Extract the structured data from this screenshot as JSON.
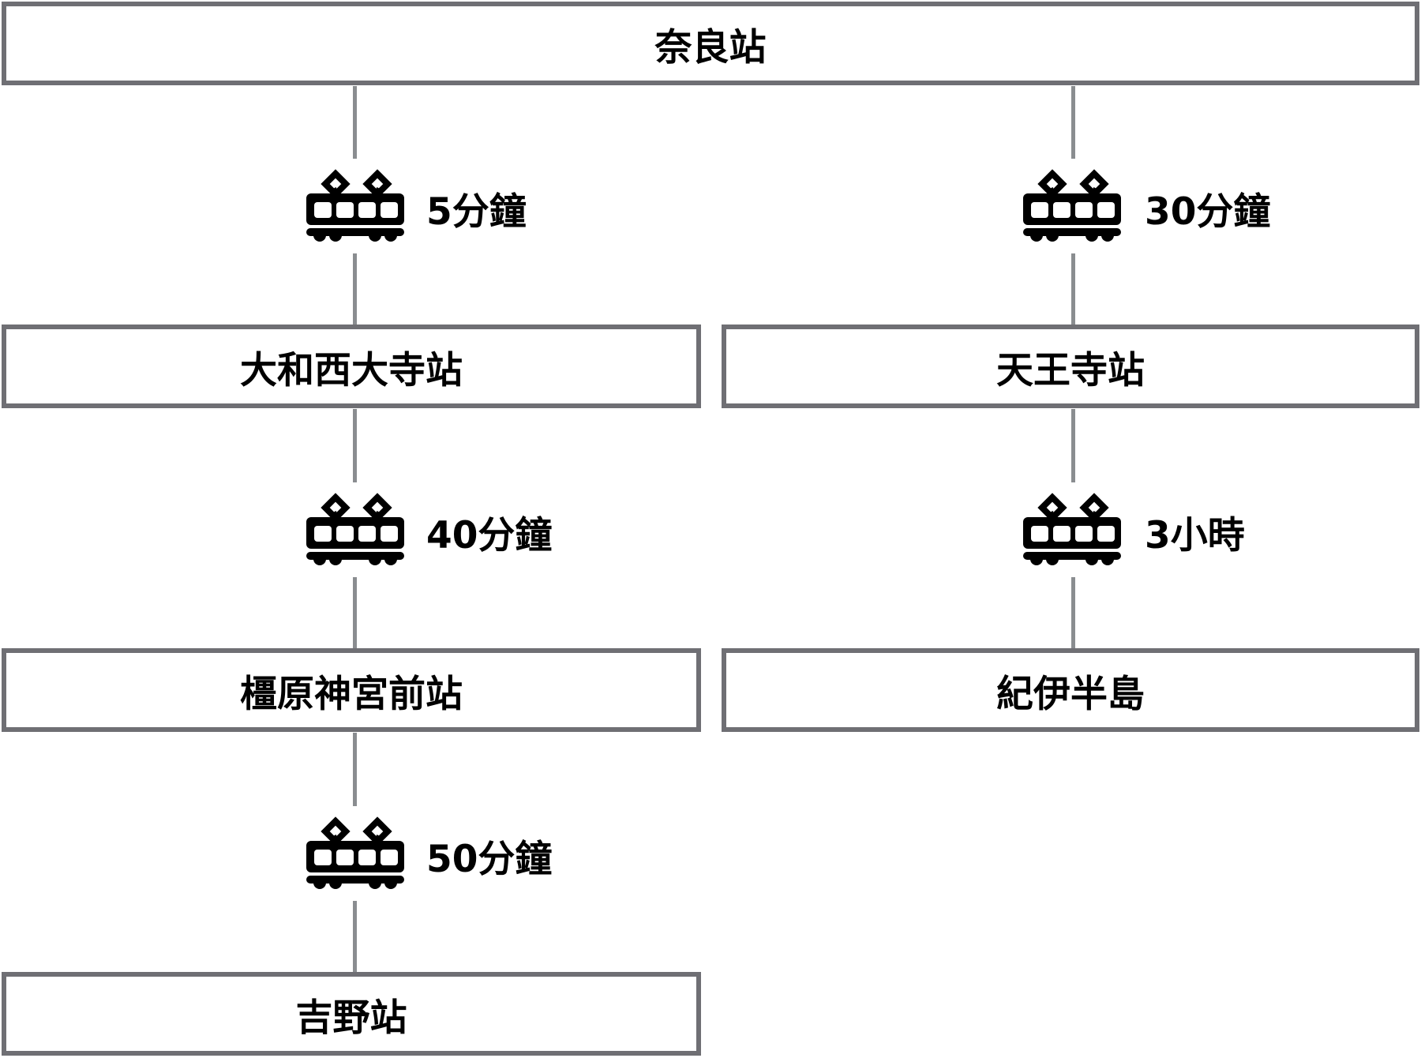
{
  "diagram": {
    "colors": {
      "box_border": "#6f6f74",
      "connector_line": "#8a8d90",
      "text": "#000000",
      "icon_background": "#ffffff",
      "icon_foreground": "#000000",
      "page_background": "#ffffff"
    },
    "root": {
      "label": "奈良站"
    },
    "branches": [
      {
        "side": "left",
        "segments": [
          {
            "duration": "5分鐘",
            "station": "大和西大寺站"
          },
          {
            "duration": "40分鐘",
            "station": "橿原神宮前站"
          },
          {
            "duration": "50分鐘",
            "station": "吉野站"
          }
        ]
      },
      {
        "side": "right",
        "segments": [
          {
            "duration": "30分鐘",
            "station": "天王寺站"
          },
          {
            "duration": "3小時",
            "station": "紀伊半島"
          }
        ]
      }
    ]
  }
}
